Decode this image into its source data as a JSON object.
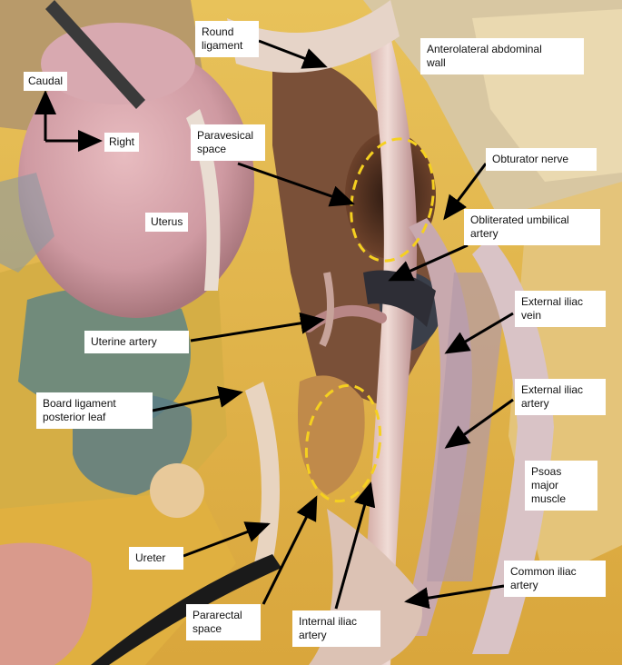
{
  "figure": {
    "orientation": {
      "caudal": "Caudal",
      "right": "Right"
    },
    "labels": {
      "round_ligament": "Round\nligament",
      "anterolateral_wall": "Anterolateral abdominal\nwall",
      "paravesical_space": "Paravesical\nspace",
      "obturator_nerve": "Obturator nerve",
      "uterus": "Uterus",
      "obliterated_umbilical_artery": "Obliterated umbilical\nartery",
      "uterine_artery": "Uterine artery",
      "external_iliac_vein": "External iliac\nvein",
      "broad_ligament": "Board ligament\nposterior leaf",
      "external_iliac_artery": "External iliac\nartery",
      "psoas_major": "Psoas major\nmuscle",
      "ureter": "Ureter",
      "common_iliac_artery": "Common iliac\nartery",
      "pararectal_space": "Pararectal\nspace",
      "internal_iliac_artery": "Internal iliac\nartery"
    },
    "colors": {
      "highlight_ellipse": "#f5d020",
      "arrow": "#000000",
      "label_bg": "#ffffff"
    }
  }
}
